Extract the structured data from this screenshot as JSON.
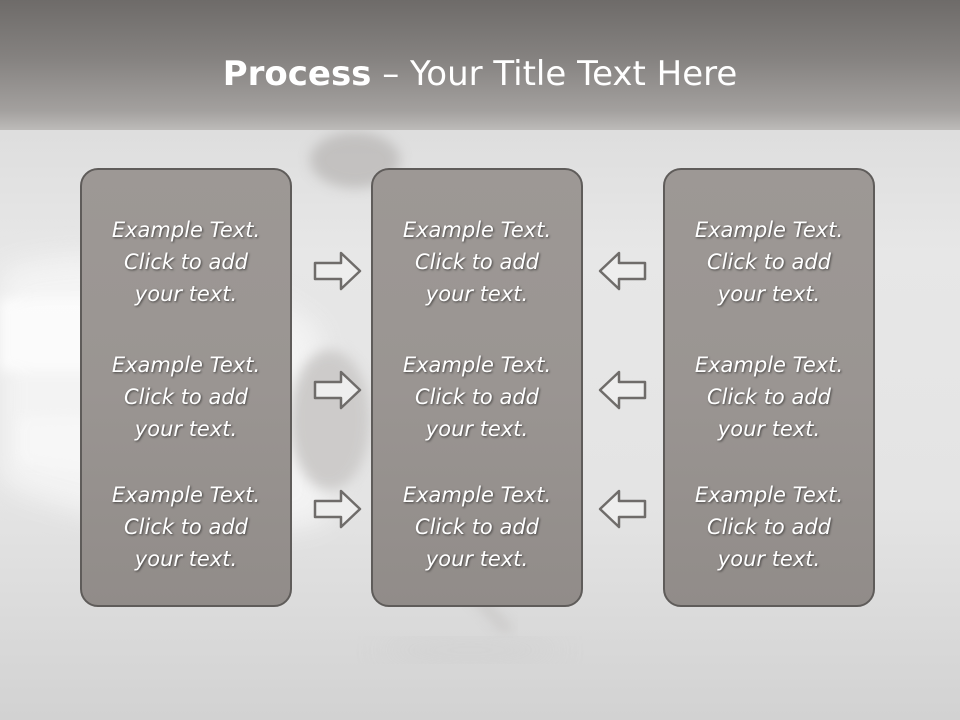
{
  "slide": {
    "title_bold": "Process",
    "title_rest": " – Your Title Text Here"
  },
  "panels": [
    {
      "blocks": [
        [
          "Example Text.",
          "Click  to add",
          "your text."
        ],
        [
          "Example Text.",
          "Click  to add",
          "your text."
        ],
        [
          "Example Text.",
          "Click  to add",
          "your text."
        ]
      ]
    },
    {
      "blocks": [
        [
          "Example Text.",
          "Click  to add",
          "your text."
        ],
        [
          "Example Text.",
          "Click  to add",
          "your text."
        ],
        [
          "Example Text.",
          "Click  to add",
          "your text."
        ]
      ]
    },
    {
      "blocks": [
        [
          "Example Text.",
          "Click  to add",
          "your text."
        ],
        [
          "Example Text.",
          "Click  to add",
          "your text."
        ],
        [
          "Example Text.",
          "Click  to add",
          "your text."
        ]
      ]
    }
  ],
  "arrows": {
    "left_set": "right-arrow-icon",
    "right_set": "left-arrow-icon"
  },
  "colors": {
    "panel_fill": "#9a9592",
    "panel_border": "#5f5c5a",
    "title_band": "#858280",
    "text": "#ffffff",
    "arrow_outline": "#6f6c6a"
  }
}
